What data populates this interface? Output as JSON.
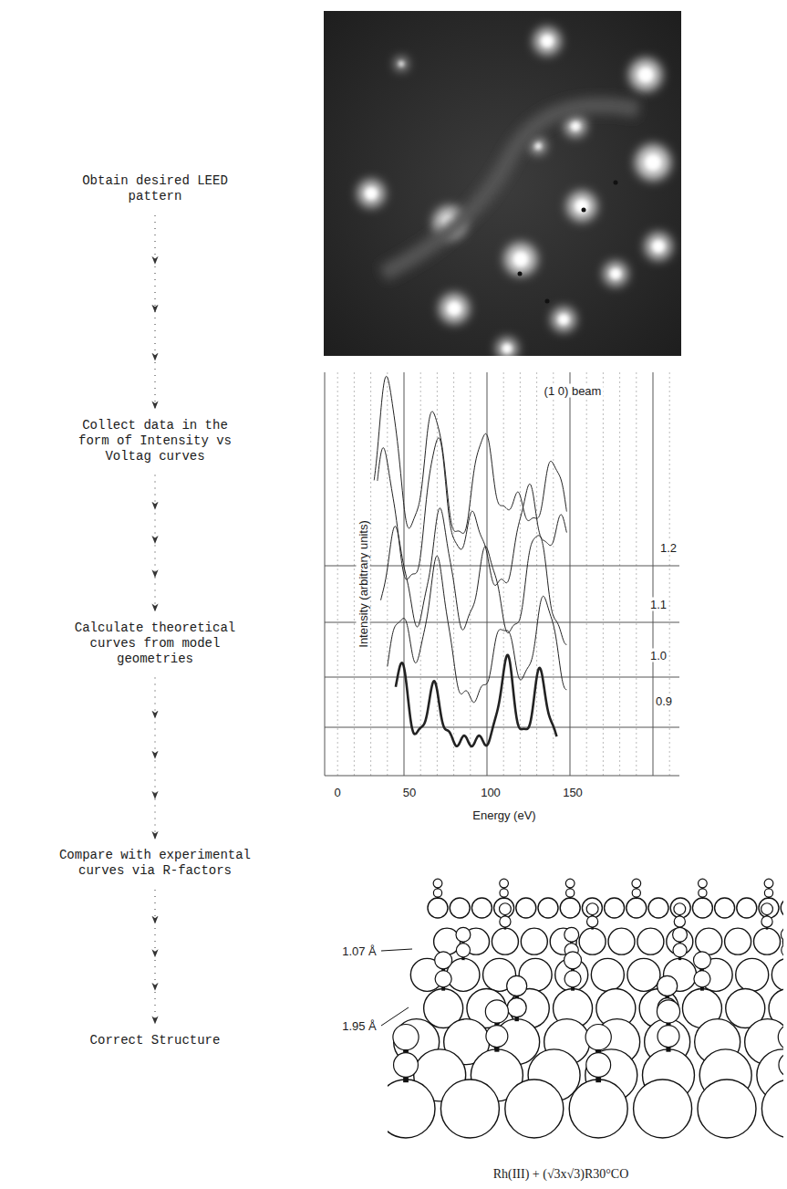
{
  "diagram": {
    "caption": "Rh(III) + (√3x√3)R30°CO",
    "nodes": [
      {
        "text": [
          "Obtain desired LEED pattern"
        ]
      },
      {
        "text": [
          "Collect data in the form of Intensity vs Voltag curves"
        ]
      },
      {
        "text": [
          "Calculate theoretical curves from model geometries"
        ]
      },
      {
        "text": [
          "Compare with experimental curves via R-factors"
        ]
      },
      {
        "text": [
          "Correct Structure"
        ]
      }
    ],
    "edges": [
      {
        "from": 0,
        "to": 1,
        "arrow": "to"
      },
      {
        "from": 1,
        "to": 2,
        "arrow": "to"
      },
      {
        "from": 2,
        "to": 3,
        "arrow": "to"
      },
      {
        "from": 3,
        "to": 4,
        "arrow": "to"
      }
    ],
    "labels": [
      "(1 0) beam",
      "1.2",
      "1.1",
      "1.0",
      "0.9",
      "Intensity (arbitrary units)",
      "0",
      "50",
      "100",
      "150",
      "Energy (eV)",
      "1.07 Å",
      "1.95 Å"
    ]
  }
}
